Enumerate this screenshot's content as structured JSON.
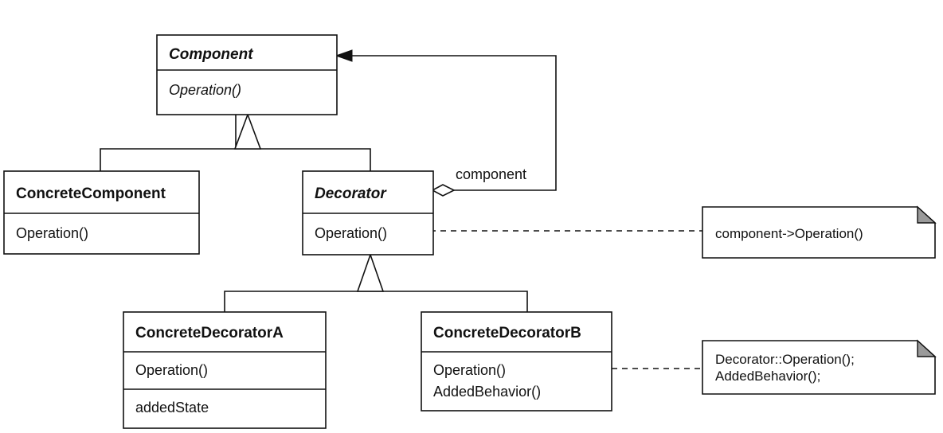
{
  "classes": {
    "component": {
      "name": "Component",
      "operation": "Operation()"
    },
    "concrete_component": {
      "name": "ConcreteComponent",
      "operation": "Operation()"
    },
    "decorator": {
      "name": "Decorator",
      "operation": "Operation()"
    },
    "concrete_decorator_a": {
      "name": "ConcreteDecoratorA",
      "operation": "Operation()",
      "state": "addedState"
    },
    "concrete_decorator_b": {
      "name": "ConcreteDecoratorB",
      "operation": "Operation()",
      "behavior": "AddedBehavior()"
    }
  },
  "relations": {
    "aggregation_label": "component"
  },
  "notes": {
    "decorator_note": "component->Operation()",
    "concrete_b_note_line1": "Decorator::Operation();",
    "concrete_b_note_line2": "AddedBehavior();"
  }
}
